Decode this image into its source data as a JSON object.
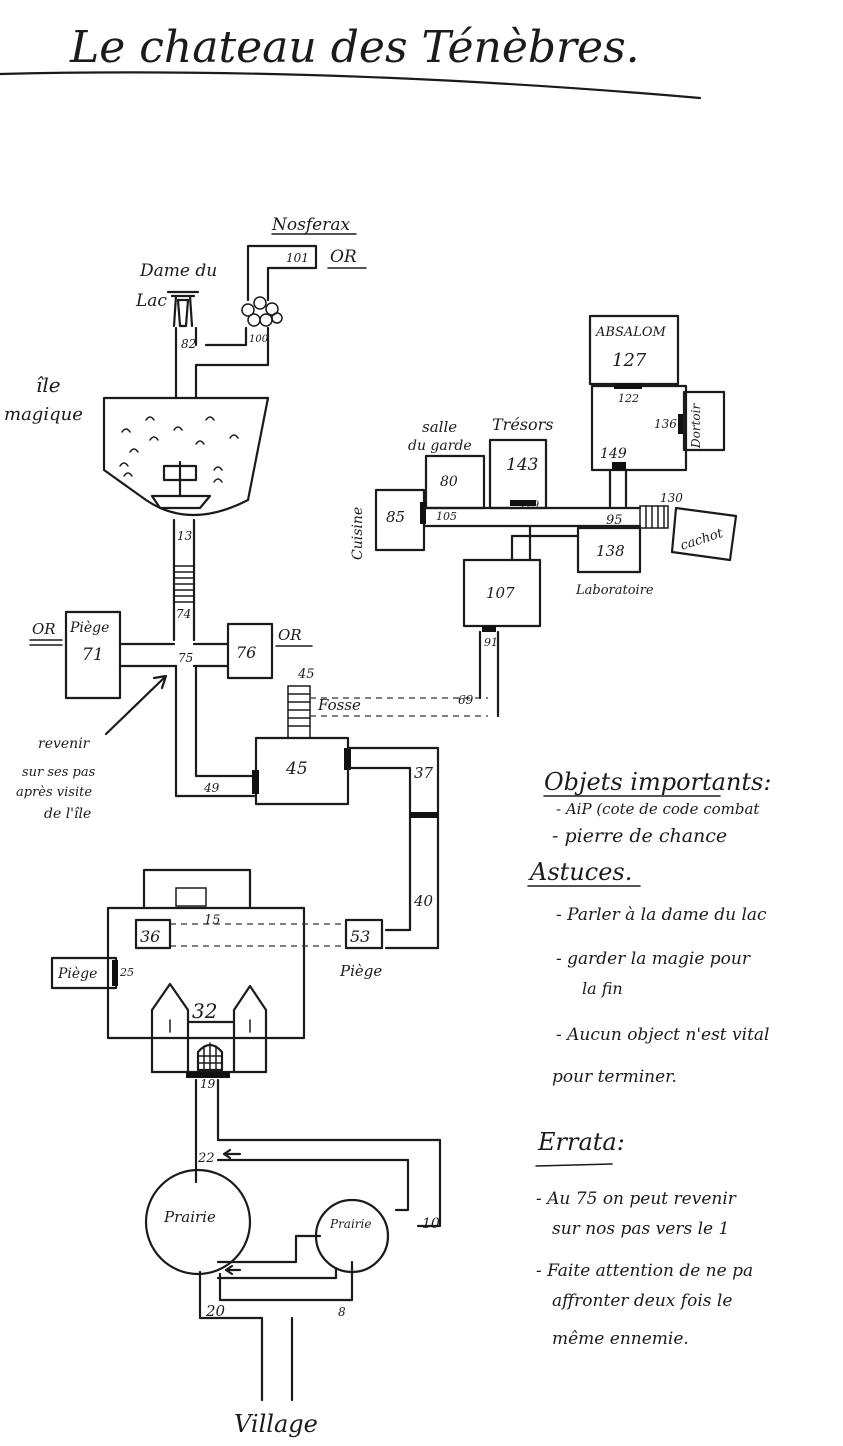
{
  "title": "Le chateau des Ténèbres.",
  "rooms": {
    "nosferax": "Nosferax",
    "r101": "101",
    "or1": "OR",
    "dame_du": "Dame du",
    "lac": "Lac",
    "r82": "82",
    "r100": "100",
    "ile": "île",
    "magique": "magique",
    "r13": "13",
    "r74": "74",
    "or2": "OR",
    "piege1": "Piège",
    "r71": "71",
    "r75": "75",
    "r76": "76",
    "or3": "OR",
    "r45a": "45",
    "fosse": "Fosse",
    "r69": "69",
    "r45b": "45",
    "r49": "49",
    "r37": "37",
    "r40": "40",
    "revenir1": "revenir",
    "revenir2": "sur ses pas",
    "revenir3": "après visite",
    "revenir4": "de l'île",
    "r15": "15",
    "r36": "36",
    "r53": "53",
    "piege2": "Piège",
    "r25": "25",
    "piege3": "Piège",
    "r32": "32",
    "r19": "19",
    "r22": "22",
    "prairie1": "Prairie",
    "prairie2": "Prairie",
    "r10": "10",
    "r20": "20",
    "r8": "8",
    "village": "Village",
    "absalom": "ABSALOM",
    "r127": "127",
    "r122": "122",
    "r136": "136",
    "dortoir": "Dortoir",
    "r149": "149",
    "salle1": "salle",
    "salle2": "du garde",
    "tresors": "Trésors",
    "r80": "80",
    "r143": "143",
    "cuisine": "Cuisine",
    "r85": "85",
    "r105": "105",
    "r129": "129",
    "r95": "95",
    "r130": "130",
    "cachot": "cachot",
    "r138": "138",
    "laboratoire": "Laboratoire",
    "r107": "107",
    "r91": "91"
  },
  "notes": {
    "objets_title": "Objets importants:",
    "objets_1": "- AiP (cote de code combat",
    "objets_2": "- pierre de chance",
    "astuces_title": "Astuces.",
    "astuces_1": "- Parler à la dame du lac",
    "astuces_2": "- garder la magie pour",
    "astuces_2b": "la fin",
    "astuces_3": "- Aucun object n'est vital",
    "astuces_3b": "pour terminer.",
    "errata_title": "Errata:",
    "errata_1": "- Au 75 on peut revenir",
    "errata_1b": "sur nos pas vers le 1",
    "errata_2": "- Faite attention de ne pa",
    "errata_2b": "affronter deux fois le",
    "errata_2c": "même ennemie."
  }
}
